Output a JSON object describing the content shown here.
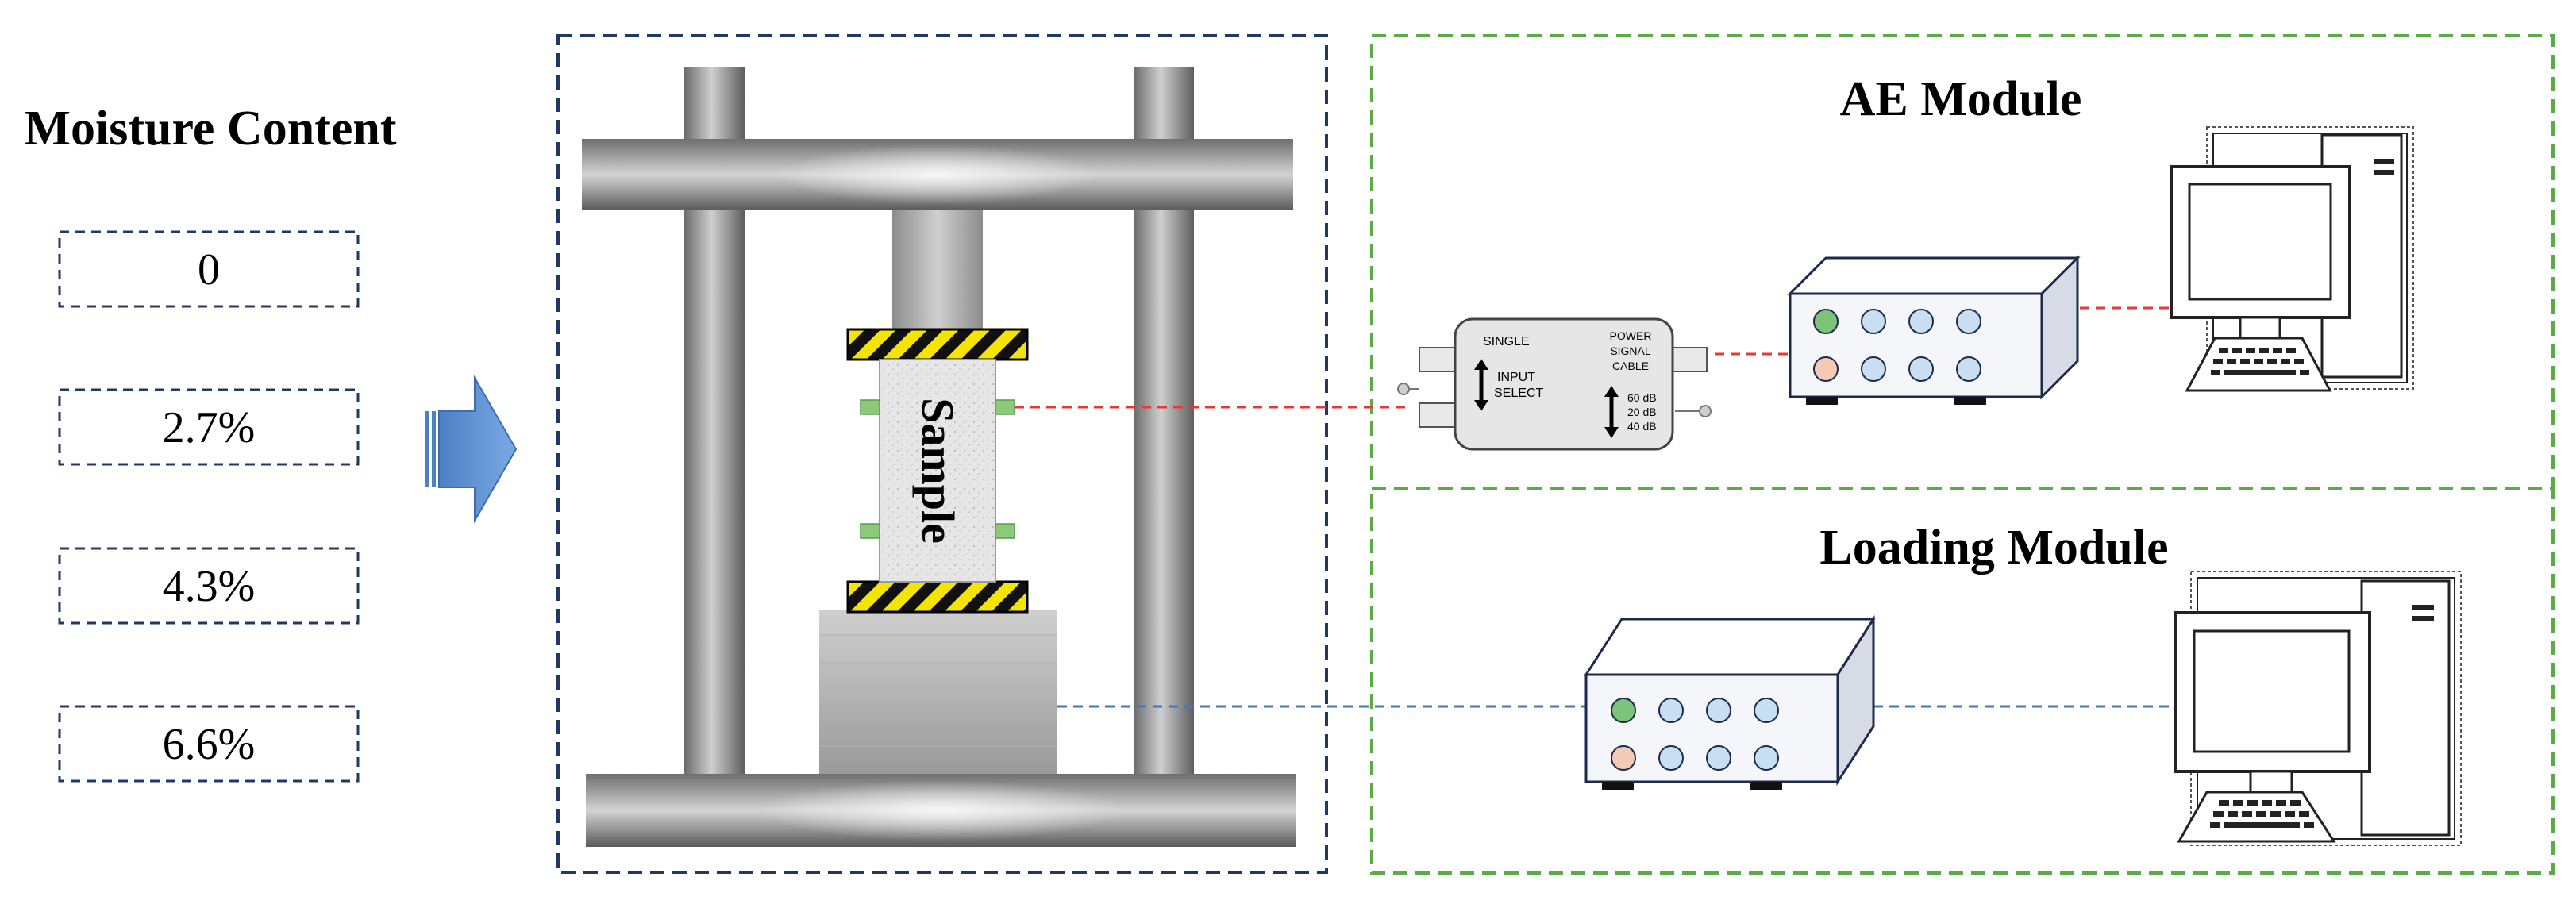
{
  "moisture": {
    "title": "Moisture Content",
    "levels": [
      "0",
      "2.7%",
      "4.3%",
      "6.6%"
    ]
  },
  "loading_frame": {
    "sample_label": "Sample"
  },
  "ae_module": {
    "title": "AE Module",
    "preamp": {
      "single_label": "SINGLE",
      "input_select_line1": "INPUT",
      "input_select_line2": "SELECT",
      "power_line1": "POWER",
      "power_line2": "SIGNAL",
      "power_line3": "CABLE",
      "gain_60": "60 dB",
      "gain_20": "20 dB",
      "gain_40": "40 dB"
    }
  },
  "loading_module": {
    "title": "Loading Module"
  },
  "colors": {
    "frame_border": "#1f3864",
    "module_border": "#5aac44",
    "ae_signal": "#e53935",
    "load_signal": "#3a78c2",
    "arrow_fill": "#6f9fd8",
    "hazard_yellow": "#f5e400",
    "sensor_green": "#8cc97a",
    "knob_green": "#7cc47a",
    "knob_pink": "#f4c9b6",
    "knob_blue": "#c7def3"
  },
  "icons": [
    "right-arrow-icon",
    "desktop-computer-icon",
    "data-acquisition-box-icon",
    "preamplifier-icon"
  ]
}
